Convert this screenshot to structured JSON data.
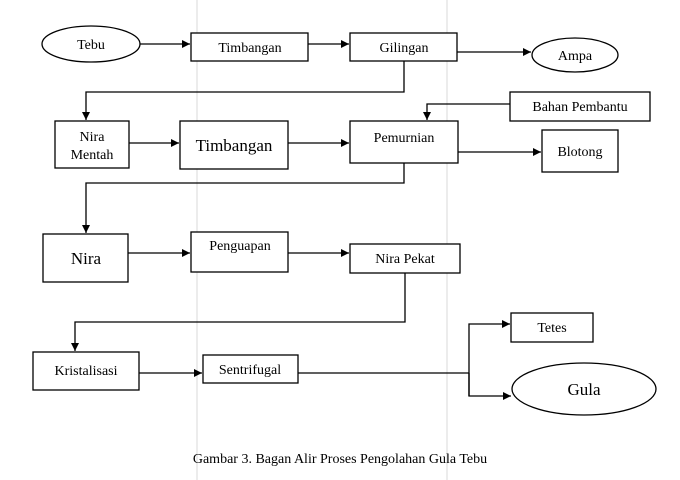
{
  "nodes": {
    "tebu": "Tebu",
    "timbangan_1": "Timbangan",
    "gilingan": "Gilingan",
    "ampa": "Ampa",
    "nira_mentah_line1": "Nira",
    "nira_mentah_line2": "Mentah",
    "timbangan_2": "Timbangan",
    "pemurnian": "Pemurnian",
    "bahan_pembantu": "Bahan Pembantu",
    "blotong": "Blotong",
    "nira": "Nira",
    "penguapan": "Penguapan",
    "nira_pekat": "Nira Pekat",
    "kristalisasi": "Kristalisasi",
    "sentrifugal": "Sentrifugal",
    "tetes": "Tetes",
    "gula": "Gula"
  },
  "caption": "Gambar 3.  Bagan Alir Proses Pengolahan Gula Tebu"
}
